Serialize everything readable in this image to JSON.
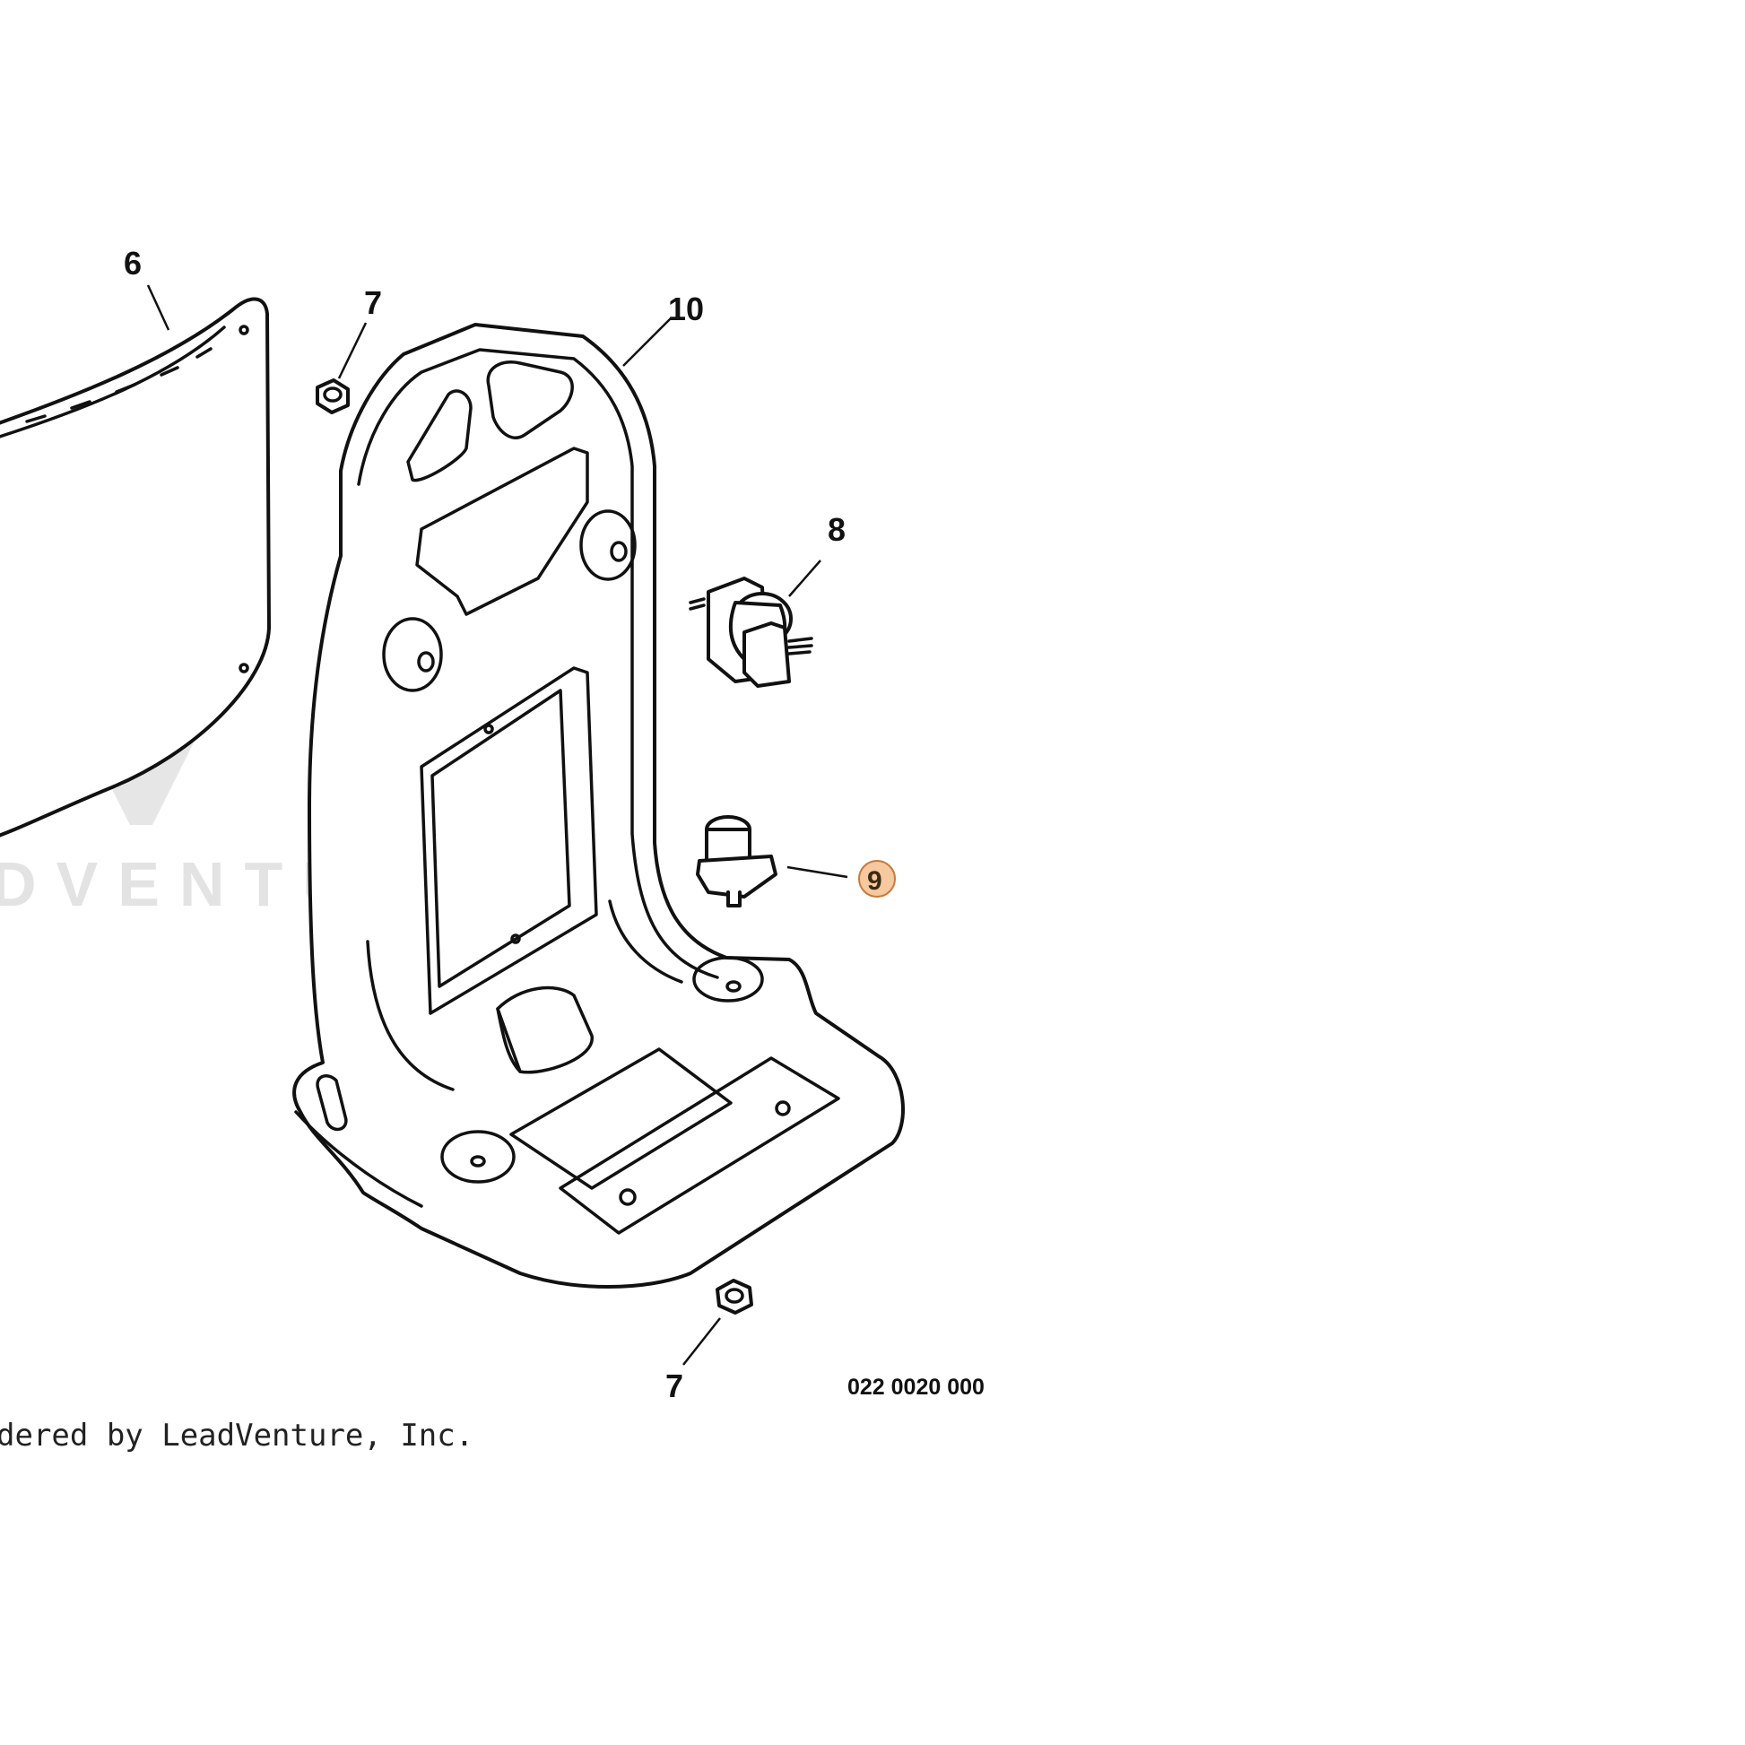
{
  "callouts": {
    "part_6": "6",
    "part_7_top": "7",
    "part_10": "10",
    "part_8": "8",
    "part_9": "9",
    "part_7_bottom": "7"
  },
  "diagram_code": "022 0020 000",
  "footer_text": "dered by LeadVenture, Inc.",
  "watermark_text": "DVENTURE",
  "highlight": {
    "selected_callout": "9",
    "fill": "#f7c9a0",
    "stroke": "#c87a3a"
  }
}
